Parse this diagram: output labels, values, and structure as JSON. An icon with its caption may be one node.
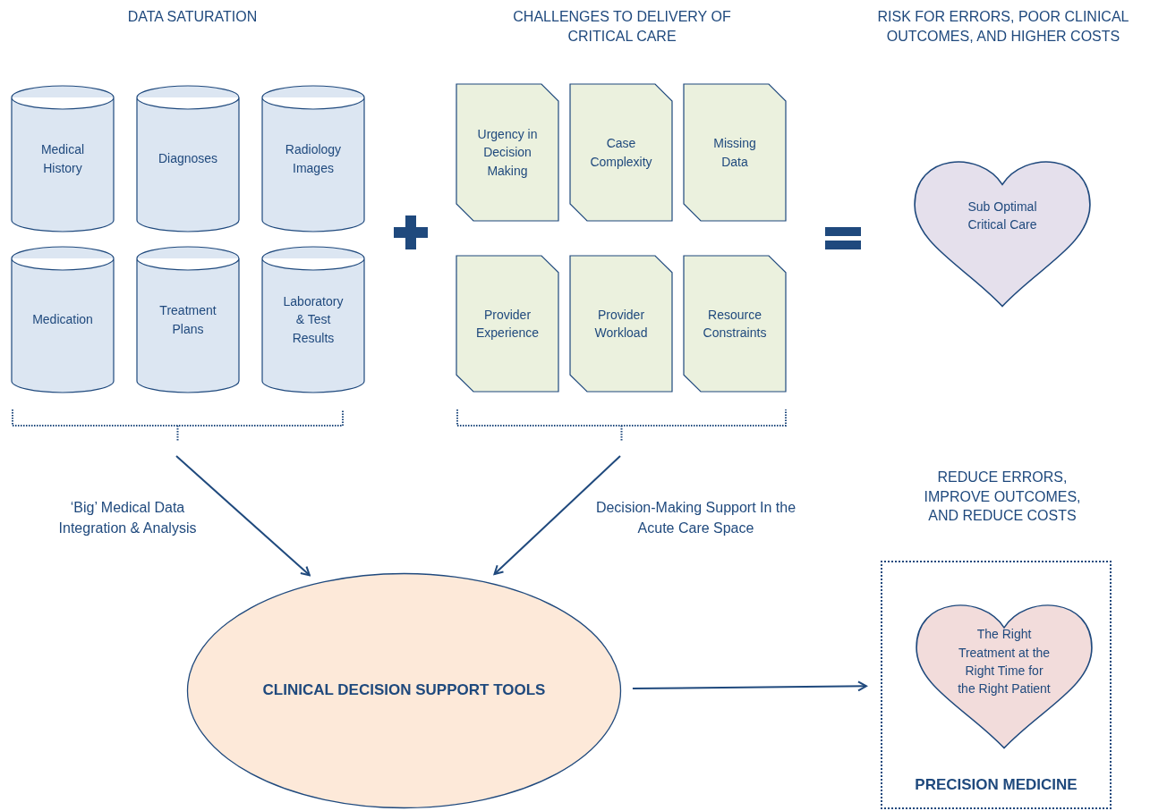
{
  "diagram": {
    "nodes": [
      {
        "text": [
          "Medical History"
        ]
      },
      {
        "text": [
          "Diagnoses"
        ]
      },
      {
        "text": [
          "Radiology Images"
        ]
      },
      {
        "text": [
          "Medication"
        ]
      },
      {
        "text": [
          "Treatment Plans"
        ]
      },
      {
        "text": [
          "Laboratory & Test Results"
        ]
      },
      {
        "text": [
          "Urgency in Decision Making"
        ]
      },
      {
        "text": [
          "Case Complexity"
        ]
      },
      {
        "text": [
          "Missing Data"
        ]
      },
      {
        "text": [
          "Provider Experience"
        ]
      },
      {
        "text": [
          "Provider Workload"
        ]
      },
      {
        "text": [
          "Resource Constraints"
        ]
      },
      {
        "text": [
          "Sub Optimal Critical Care"
        ]
      },
      {
        "text": [
          "CLINICAL DECISION SUPPORT TOOLS"
        ]
      },
      {
        "text": [
          "PRECISION MEDICINE"
        ]
      },
      {
        "text": [
          "The Right Treatment at the Right Time for the Right Patient"
        ],
        "in": 14
      }
    ],
    "edges": [
      {
        "from": null,
        "to": 13,
        "arrow": "to",
        "label": "‘Big’ Medical Data Integration & Analysis"
      },
      {
        "from": null,
        "to": 13,
        "arrow": "to",
        "label": "Decision-Making Support In the Acute Care Space"
      },
      {
        "from": 13,
        "to": 14,
        "arrow": "to"
      }
    ],
    "labels": [
      "DATA SATURATION",
      "CHALLENGES TO DELIVERY OF CRITICAL CARE",
      "RISK FOR ERRORS, POOR CLINICAL OUTCOMES, AND HIGHER COSTS",
      "REDUCE ERRORS, IMPROVE OUTCOMES, AND REDUCE COSTS"
    ]
  }
}
